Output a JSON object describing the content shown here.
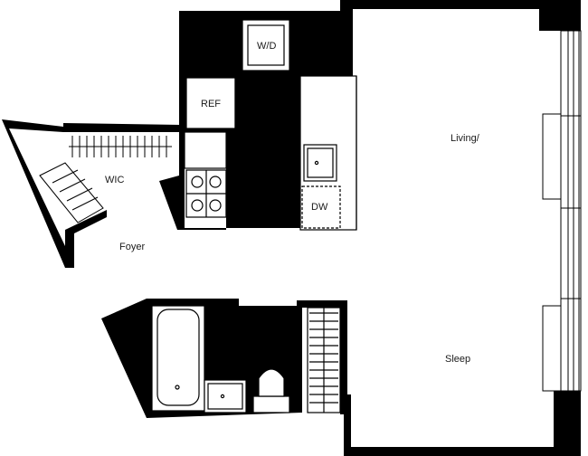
{
  "floorplan": {
    "rooms": {
      "wic": "WIC",
      "foyer": "Foyer",
      "living": "Living/",
      "sleep": "Sleep"
    },
    "fixtures": {
      "washer_dryer": "W/D",
      "refrigerator": "REF",
      "dishwasher": "DW"
    }
  },
  "colors": {
    "wall": "#000000",
    "background": "#ffffff",
    "line": "#1a1a1a"
  }
}
